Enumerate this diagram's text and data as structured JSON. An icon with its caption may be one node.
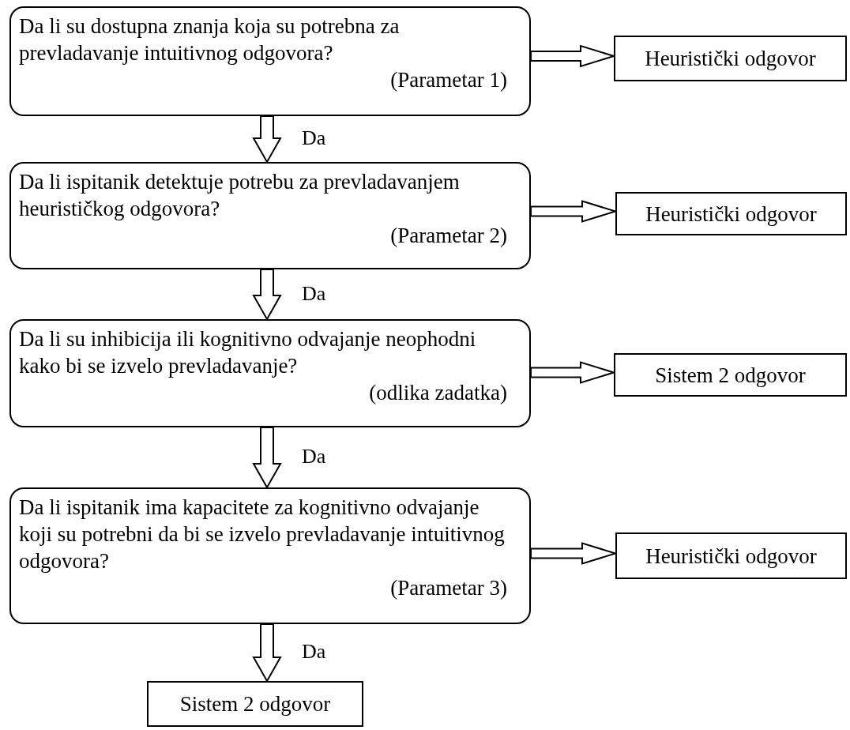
{
  "diagram": {
    "nodes": [
      {
        "text": [
          "Da li su dostupna znanja koja su potrebna za prevladavanje intuitivnog odgovora?",
          "(Parametar 1)"
        ]
      },
      {
        "text": [
          "Heuristički odgovor"
        ]
      },
      {
        "text": [
          "Da li ispitanik detektuje potrebu za prevladavanjem heurističkog odgovora?",
          "(Parametar 2)"
        ]
      },
      {
        "text": [
          "Heuristički odgovor"
        ]
      },
      {
        "text": [
          "Da li su inhibicija ili kognitivno odvajanje neophodni kako bi se izvelo prevladavanje?",
          "(odlika zadatka)"
        ]
      },
      {
        "text": [
          "Sistem 2 odgovor"
        ]
      },
      {
        "text": [
          "Da li ispitanik ima kapacitete za kognitivno odvajanje koji su potrebni da bi se izvelo prevladavanje intuitivnog odgovora?",
          "(Parametar 3)"
        ]
      },
      {
        "text": [
          "Heuristički odgovor"
        ]
      },
      {
        "text": [
          "Sistem 2 odgovor"
        ]
      }
    ],
    "edges": [
      {
        "from": 0,
        "to": 1,
        "arrow": "to"
      },
      {
        "from": 0,
        "to": 2,
        "arrow": "to",
        "label": "Da"
      },
      {
        "from": 2,
        "to": 3,
        "arrow": "to"
      },
      {
        "from": 2,
        "to": 4,
        "arrow": "to",
        "label": "Da"
      },
      {
        "from": 4,
        "to": 5,
        "arrow": "to"
      },
      {
        "from": 4,
        "to": 6,
        "arrow": "to",
        "label": "Da"
      },
      {
        "from": 6,
        "to": 7,
        "arrow": "to"
      },
      {
        "from": 6,
        "to": 8,
        "arrow": "to",
        "label": "Da"
      }
    ]
  }
}
